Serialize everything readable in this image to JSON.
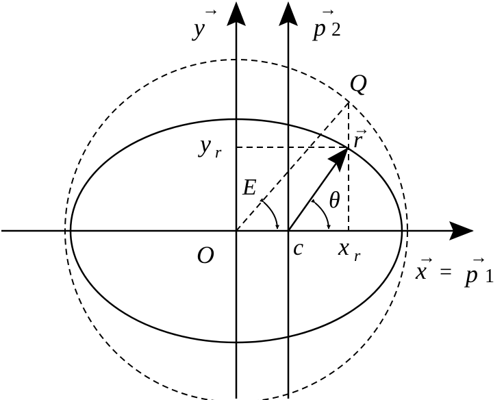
{
  "labels": {
    "y_axis": {
      "vec": "→",
      "base": "y"
    },
    "p2_axis": {
      "vec": "→",
      "base": "p",
      "sub": "2"
    },
    "x_axis": {
      "vec1": "→",
      "base1": "x",
      "eq": "=",
      "vec2": "→",
      "base2": "p",
      "sub2": "1"
    },
    "Q": "Q",
    "r": {
      "vec": "→",
      "base": "r"
    },
    "yr": {
      "base": "y",
      "sub": "r"
    },
    "xr": {
      "base": "x",
      "sub": "r"
    },
    "E": "E",
    "theta": "θ",
    "O": "O",
    "c": "c"
  }
}
